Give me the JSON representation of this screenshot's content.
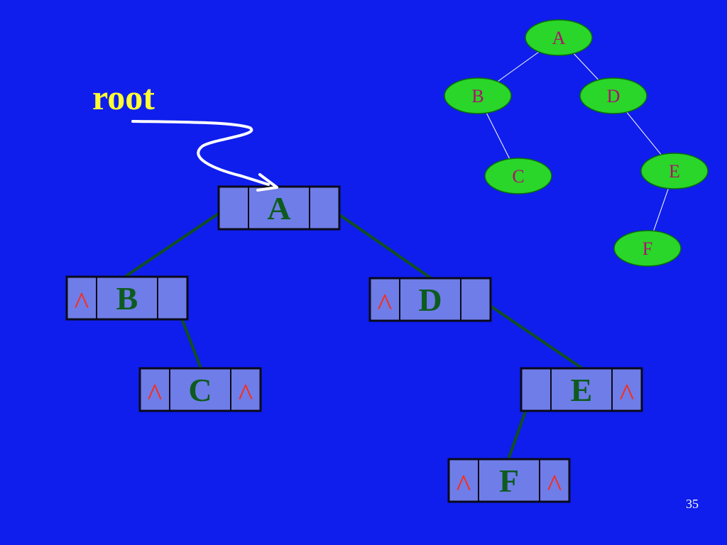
{
  "slide": {
    "root_label": "root",
    "page_number": "35"
  },
  "colors": {
    "background": "#0f1eec",
    "node_fill": "#6f7de8",
    "node_border": "#0a0a1a",
    "node_letter": "#0d5b1e",
    "null_mark": "#ff2a10",
    "link_line": "#11501e",
    "root_text": "#ffff33",
    "pointer_arrow": "#ffffff",
    "tree_node_fill": "#29d629",
    "tree_node_border": "#0b6b0b",
    "tree_node_letter": "#b0106e",
    "tree_edge": "#ffffff"
  },
  "linked_nodes": [
    {
      "id": "A",
      "label": "A",
      "left_null": false,
      "right_null": false,
      "null_symbol": "^"
    },
    {
      "id": "B",
      "label": "B",
      "left_null": true,
      "right_null": false,
      "null_symbol": "^"
    },
    {
      "id": "D",
      "label": "D",
      "left_null": true,
      "right_null": false,
      "null_symbol": "^"
    },
    {
      "id": "C",
      "label": "C",
      "left_null": true,
      "right_null": true,
      "null_symbol": "^"
    },
    {
      "id": "E",
      "label": "E",
      "left_null": false,
      "right_null": true,
      "null_symbol": "^"
    },
    {
      "id": "F",
      "label": "F",
      "left_null": true,
      "right_null": true,
      "null_symbol": "^"
    }
  ],
  "linked_edges": [
    {
      "from": "A",
      "side": "left",
      "to": "B"
    },
    {
      "from": "A",
      "side": "right",
      "to": "D"
    },
    {
      "from": "B",
      "side": "right",
      "to": "C"
    },
    {
      "from": "D",
      "side": "right",
      "to": "E"
    },
    {
      "from": "E",
      "side": "left",
      "to": "F"
    }
  ],
  "tree_nodes": [
    {
      "id": "A",
      "label": "A"
    },
    {
      "id": "B",
      "label": "B"
    },
    {
      "id": "D",
      "label": "D"
    },
    {
      "id": "C",
      "label": "C"
    },
    {
      "id": "E",
      "label": "E"
    },
    {
      "id": "F",
      "label": "F"
    }
  ],
  "tree_edges": [
    {
      "from": "A",
      "to": "B"
    },
    {
      "from": "A",
      "to": "D"
    },
    {
      "from": "B",
      "to": "C"
    },
    {
      "from": "D",
      "to": "E"
    },
    {
      "from": "E",
      "to": "F"
    }
  ]
}
